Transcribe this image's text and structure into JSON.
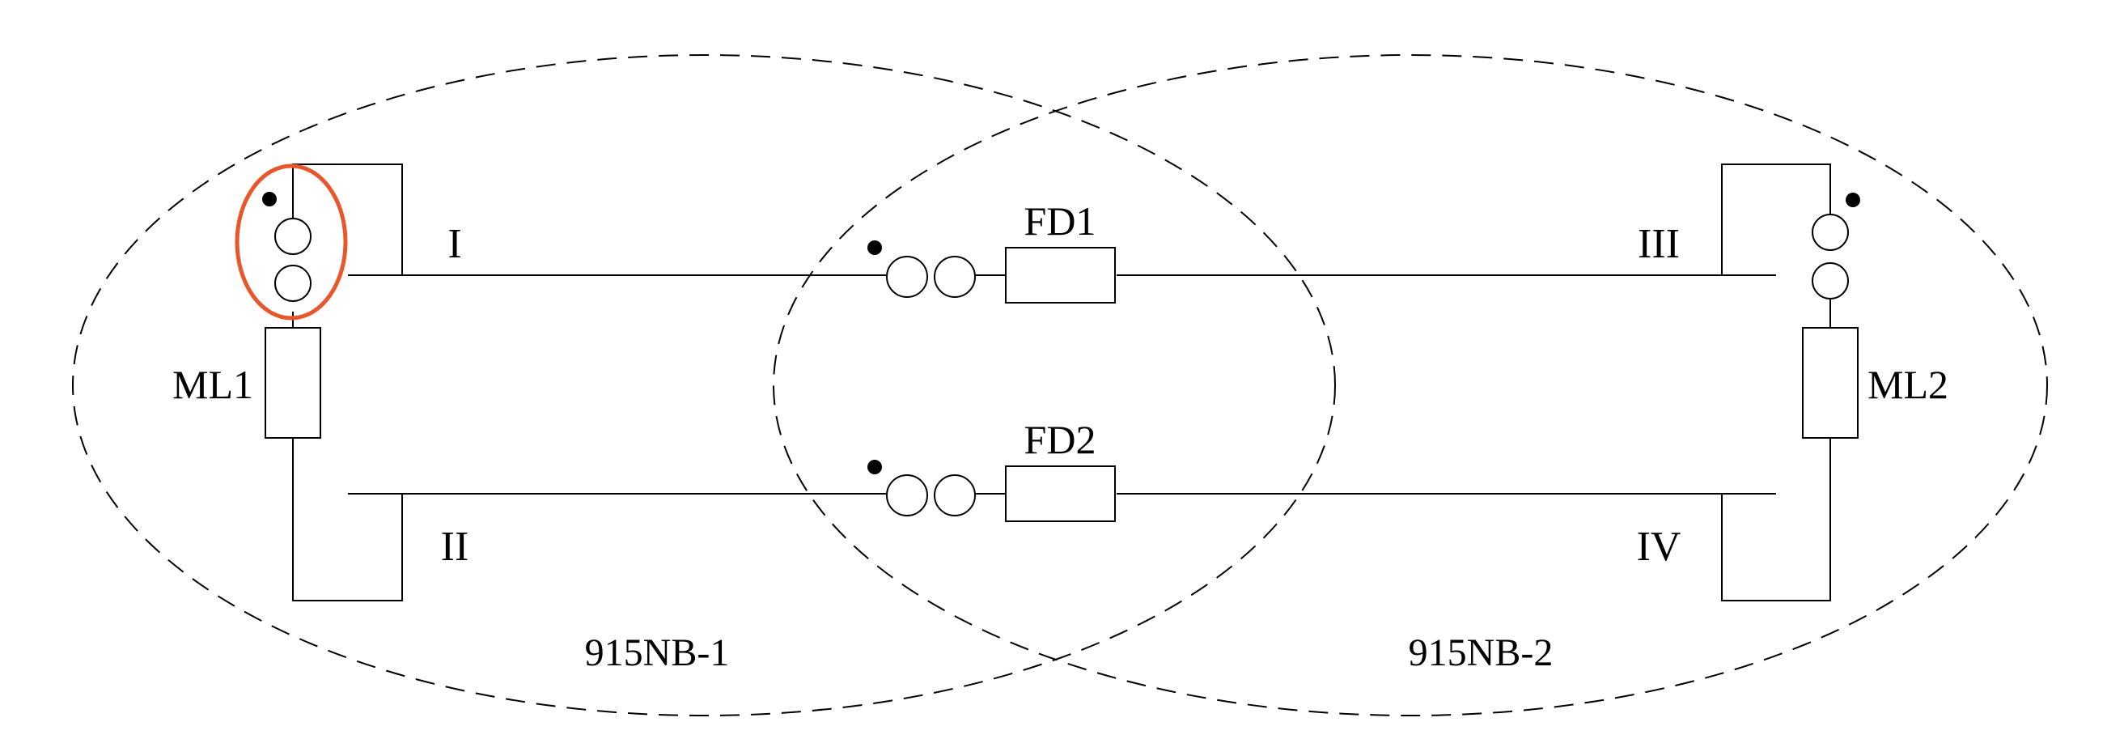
{
  "labels": {
    "bus_1": "I",
    "bus_2": "II",
    "bus_3": "III",
    "bus_4": "IV",
    "feeder_1": "FD1",
    "feeder_2": "FD2",
    "main_line_1": "ML1",
    "main_line_2": "ML2",
    "zone_1": "915NB-1",
    "zone_2": "915NB-2"
  },
  "colors": {
    "highlight": "#e8562a",
    "line": "#000000"
  }
}
